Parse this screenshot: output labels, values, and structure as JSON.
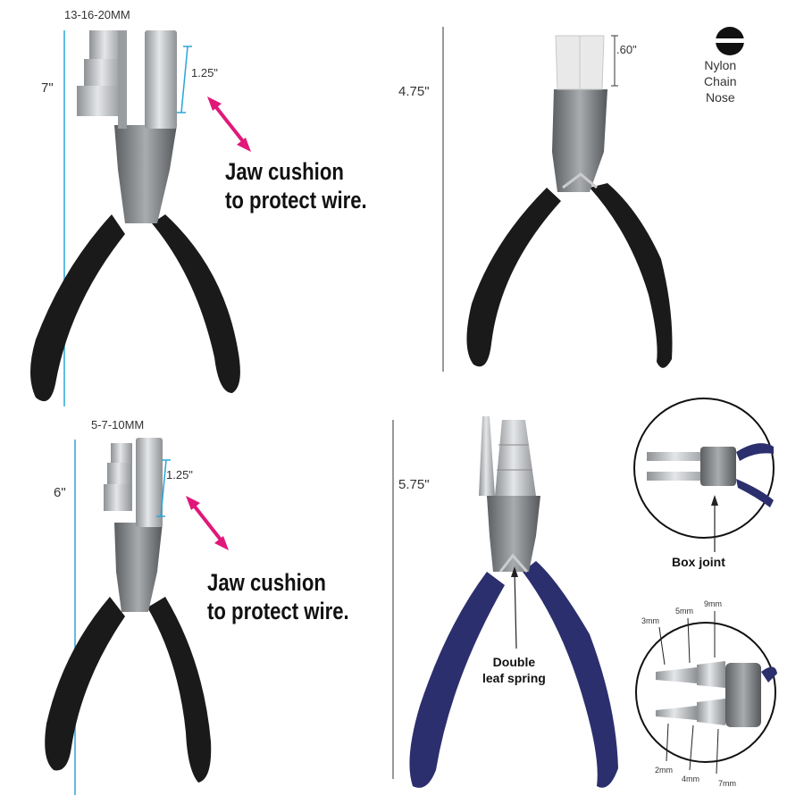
{
  "products": {
    "top_left": {
      "jaw_sizes": "13-16-20MM",
      "length": "7\"",
      "jaw_length": "1.25\"",
      "cushion_line1": "Jaw cushion",
      "cushion_line2": "to protect wire."
    },
    "top_right": {
      "length": "4.75\"",
      "jaw_length": ".60\"",
      "type_line1": "Nylon",
      "type_line2": "Chain",
      "type_line3": "Nose"
    },
    "bottom_left": {
      "jaw_sizes": "5-7-10MM",
      "length": "6\"",
      "jaw_length": "1.25\"",
      "cushion_line1": "Jaw cushion",
      "cushion_line2": "to protect wire."
    },
    "bottom_right": {
      "length": "5.75\"",
      "spring_line1": "Double",
      "spring_line2": "leaf spring",
      "box_joint": "Box joint",
      "sizes": {
        "s3": "3mm",
        "s5": "5mm",
        "s9": "9mm",
        "s2": "2mm",
        "s4": "4mm",
        "s7": "7mm"
      }
    }
  },
  "colors": {
    "measure_line": "#2aa6d8",
    "arrow": "#e0187a",
    "handle_black": "#1a1a1a",
    "handle_blue": "#2c2f6e",
    "steel": "#b5b8bb"
  }
}
